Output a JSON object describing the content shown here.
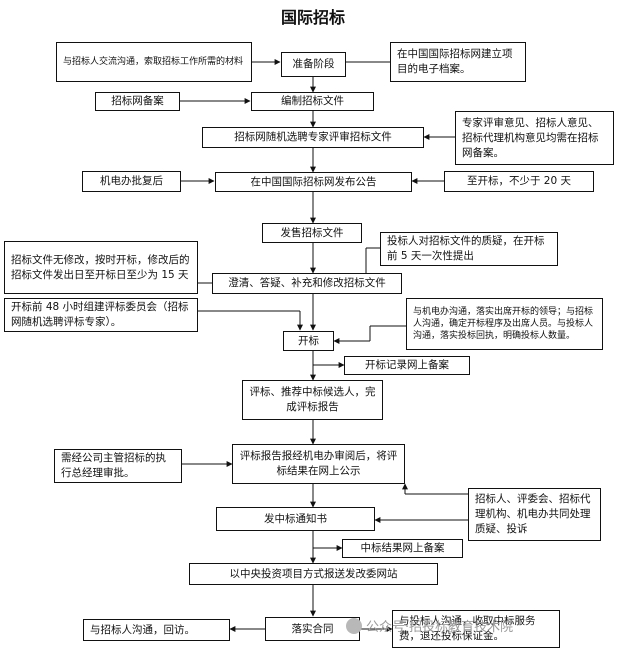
{
  "title": "国际招标",
  "center": {
    "prep": "准备阶段",
    "compile": "编制招标文件",
    "review": "招标网随机选聘专家评审招标文件",
    "publish": "在中国国际招标网发布公告",
    "sell": "发售招标文件",
    "clarify": "澄清、答疑、补充和修改招标文件",
    "open": "开标",
    "evaluate": "评标、推荐中标候选人，完成评标报告",
    "report": "评标报告报经机电办审阅后，将评标结果在网上公示",
    "notice": "发中标通知书",
    "ndrc": "以中央投资项目方式报送发改委网站",
    "contract": "落实合同"
  },
  "side": {
    "prep_left": "与招标人交流沟通，索取招标工作所需的材料",
    "prep_right": "在中国国际招标网建立项目的电子档案。",
    "compile_left": "招标网备案",
    "review_right": "专家评审意见、招标人意见、招标代理机构意见均需在招标网备案。",
    "publish_left": "机电办批复后",
    "publish_right": "至开标，不少于 20 天",
    "sell_right": "投标人对招标文件的质疑，在开标前 5 天一次性提出",
    "clarify_left": "招标文件无修改，按时开标，修改后的招标文件发出日至开标日至少为 15 天",
    "committee_left": "开标前 48 小时组建评标委员会（招标网随机选聘评标专家）。",
    "open_right": "与机电办沟通，落实出席开标的领导；与招标人沟通，确定开标程序及出席人员。与投标人沟通，落实投标回执，明确投标人数量。",
    "open_record": "开标记录网上备案",
    "report_left": "需经公司主管招标的执行总经理审批。",
    "objection_right": "招标人、评委会、招标代理机构、机电办共同处理质疑、投诉",
    "notice_record": "中标结果网上备案",
    "contract_left": "与招标人沟通，回访。",
    "contract_right": "与投标人沟通，收取中标服务费，退还投标保证金。"
  },
  "watermark": "公众号·招投标教育技术院"
}
